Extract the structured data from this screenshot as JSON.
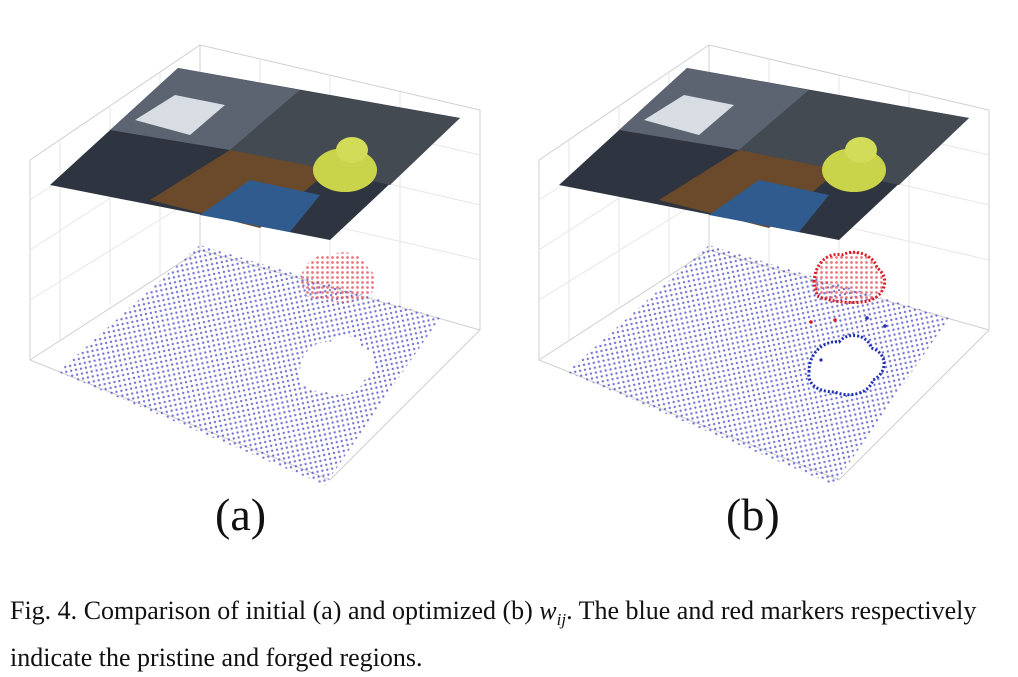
{
  "panels": [
    {
      "id": "a",
      "label": "(a)"
    },
    {
      "id": "b",
      "label": "(b)"
    }
  ],
  "caption": {
    "prefix": "Fig. 4.",
    "text_before_math": "Comparison of initial (a) and optimized (b) ",
    "math_var": "w",
    "math_sub": "ij",
    "text_after_math": ". The blue and red markers respectively indicate the pristine and forged regions."
  },
  "colors": {
    "pristine_marker": "#2b2bb8",
    "forged_marker": "#e0202a",
    "grid": "#d8d8d8"
  }
}
